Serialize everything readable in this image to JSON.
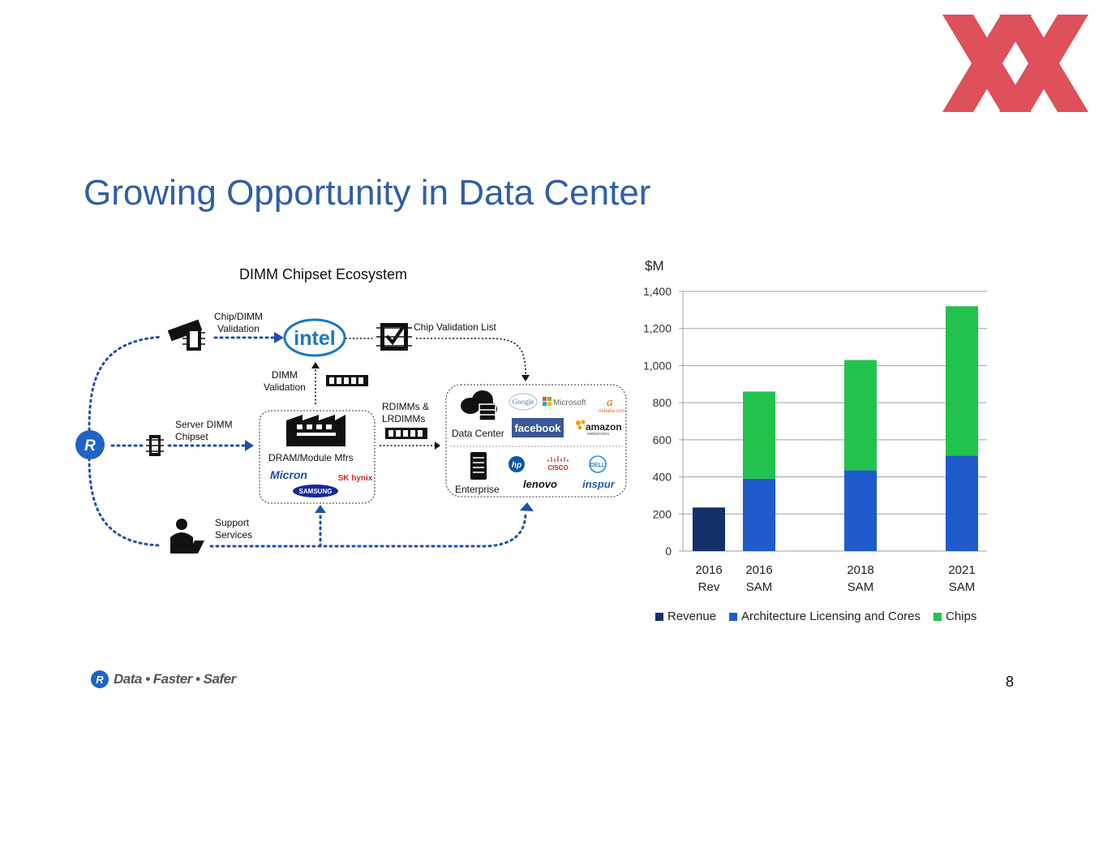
{
  "slide": {
    "title": "Growing Opportunity in Data Center",
    "page_number": "8",
    "footer_text": "Data • Faster • Safer",
    "footer_badge": "R",
    "accent_color": "#2f5fa6"
  },
  "ecosystem": {
    "title": "DIMM Chipset Ecosystem",
    "labels": {
      "chip_dimm_validation": "Chip/DIMM\nValidation",
      "chip_validation_list": "Chip Validation List",
      "dimm_validation": "DIMM\nValidation",
      "server_dimm_chipset": "Server DIMM\nChipset",
      "rdimms": "RDIMMs &\nLRDIMMs",
      "dram_module_mfrs": "DRAM/Module Mfrs",
      "data_center": "Data Center",
      "enterprise": "Enterprise",
      "support_services": "Support\nServices",
      "r_badge": "R"
    },
    "logos": {
      "intel": "intel",
      "micron": "Micron",
      "sk_hynix": "SK hynix",
      "samsung": "SAMSUNG",
      "google": "Google",
      "microsoft": "Microsoft",
      "alibaba": "Alibaba.com",
      "facebook": "facebook",
      "amazon": "amazon",
      "amazon_sub": "webservices",
      "hp": "hp",
      "cisco": "CISCO",
      "dell": "DELL",
      "lenovo": "lenovo",
      "inspur": "inspur"
    },
    "colors": {
      "flow": "#1f4fb0",
      "badge": "#1f63c6"
    }
  },
  "chart_data": {
    "type": "bar",
    "stacked": true,
    "unit_label": "$M",
    "categories": [
      [
        "2016",
        "Rev"
      ],
      [
        "2016",
        "SAM"
      ],
      [
        "2018",
        "SAM"
      ],
      [
        "2021",
        "SAM"
      ]
    ],
    "series": [
      {
        "name": "Revenue",
        "color": "#13306b",
        "values": [
          235,
          0,
          0,
          0
        ]
      },
      {
        "name": "Architecture Licensing and Cores",
        "color": "#1f5bcc",
        "values": [
          0,
          390,
          435,
          515
        ]
      },
      {
        "name": "Chips",
        "color": "#22c24e",
        "values": [
          0,
          470,
          595,
          805
        ]
      }
    ],
    "ylim": [
      0,
      1400
    ],
    "yticks": [
      0,
      200,
      400,
      600,
      800,
      1000,
      1200,
      1400
    ],
    "ytick_labels": [
      "0",
      "200",
      "400",
      "600",
      "800",
      "1,000",
      "1,200",
      "1,400"
    ],
    "grid": true,
    "legend_position": "bottom"
  }
}
